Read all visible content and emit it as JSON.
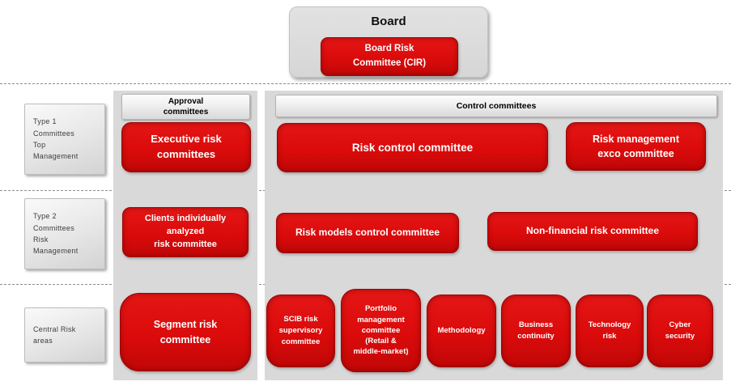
{
  "colors": {
    "box_red": "#DB0B0B",
    "panel_gray": "#D9D9D9",
    "header_text": "#000000",
    "label_text": "#3D3D3D",
    "box_text": "#FFFFFF"
  },
  "board": {
    "title": "Board",
    "committee": "Board Risk\nCommittee (CIR)"
  },
  "row_labels": [
    {
      "text": "Type 1\nCommittees\nTop\nManagement"
    },
    {
      "text": "Type 2\nCommittees\nRisk\nManagement"
    },
    {
      "text": "Central Risk\nareas"
    }
  ],
  "approval": {
    "header": "Approval\ncommittees",
    "row1": "Executive risk\ncommittees",
    "row2": "Clients individually\nanalyzed\nrisk committee",
    "row3": "Segment risk\ncommittee"
  },
  "control": {
    "header": "Control committees",
    "row1": [
      {
        "label": "Risk control committee"
      },
      {
        "label": "Risk management\nexco committee"
      }
    ],
    "row2": [
      {
        "label": "Risk models control committee"
      },
      {
        "label": "Non-financial risk committee"
      }
    ],
    "row3": [
      {
        "label": "SCIB risk\nsupervisory\ncommittee"
      },
      {
        "label": "Portfolio\nmanagement\ncommittee\n(Retail &\nmiddle-market)"
      },
      {
        "label": "Methodology"
      },
      {
        "label": "Business\ncontinuity"
      },
      {
        "label": "Technology\nrisk"
      },
      {
        "label": "Cyber\nsecurity"
      }
    ]
  }
}
